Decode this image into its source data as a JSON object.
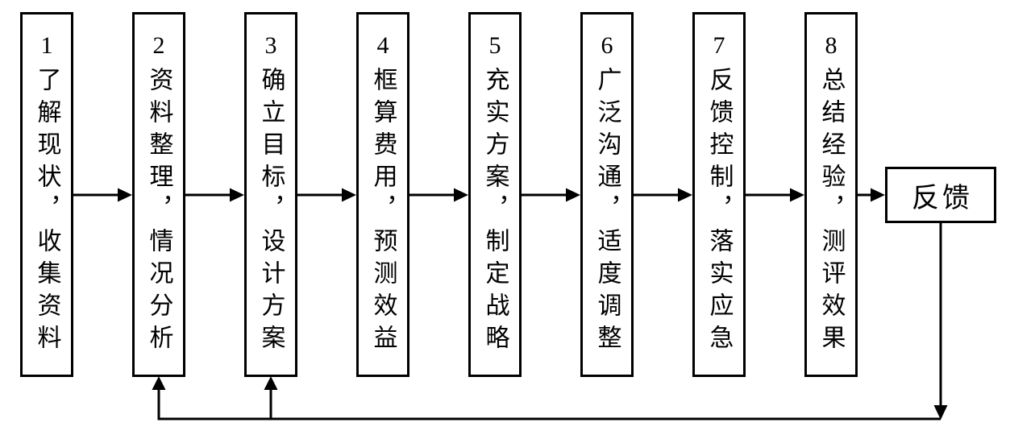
{
  "diagram": {
    "steps": [
      {
        "number": "1",
        "text": "了解现状，收集资料"
      },
      {
        "number": "2",
        "text": "资料整理，情况分析"
      },
      {
        "number": "3",
        "text": "确立目标，设计方案"
      },
      {
        "number": "4",
        "text": "框算费用，预测效益"
      },
      {
        "number": "5",
        "text": "充实方案，制定战略"
      },
      {
        "number": "6",
        "text": "广泛沟通，适度调整"
      },
      {
        "number": "7",
        "text": "反馈控制，落实应急"
      },
      {
        "number": "8",
        "text": "总结经验，测评效果"
      }
    ],
    "feedback_label": "反馈",
    "connections": [
      {
        "from": "step-1",
        "to": "step-2",
        "type": "forward"
      },
      {
        "from": "step-2",
        "to": "step-3",
        "type": "forward"
      },
      {
        "from": "step-3",
        "to": "step-4",
        "type": "forward"
      },
      {
        "from": "step-4",
        "to": "step-5",
        "type": "forward"
      },
      {
        "from": "step-5",
        "to": "step-6",
        "type": "forward"
      },
      {
        "from": "step-6",
        "to": "step-7",
        "type": "forward"
      },
      {
        "from": "step-7",
        "to": "step-8",
        "type": "forward"
      },
      {
        "from": "step-8",
        "to": "feedback",
        "type": "forward"
      },
      {
        "from": "feedback",
        "to": "step-2",
        "type": "feedback-loop"
      },
      {
        "from": "feedback",
        "to": "step-3",
        "type": "feedback-loop"
      }
    ],
    "colors": {
      "line": "#000000",
      "background": "#ffffff",
      "box_fill": "#ffffff"
    }
  }
}
